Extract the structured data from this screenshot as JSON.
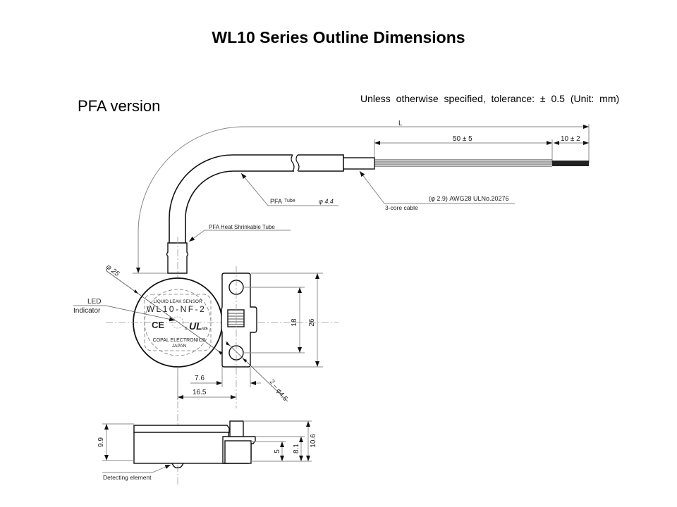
{
  "header": {
    "title": "WL10 Series Outline Dimensions",
    "variant": "PFA version",
    "tolerance_note": "Unless otherwise specified, tolerance: ± 0.5 (Unit: mm)"
  },
  "drawing": {
    "cable": {
      "overall_length_label": "L",
      "stripped_length": "50 ± 5",
      "tip_length": "10 ± 2",
      "tube_label": "PFA",
      "tube_sublabel": "Tube",
      "tube_diameter": "φ 4.4",
      "cable_spec": "(φ 2.9) AWG28  ULNo.20276",
      "cable_label": "3-core cable",
      "heat_shrink_label": "PFA Heat Shrinkable Tube"
    },
    "sensor": {
      "diameter": "φ 25",
      "led_label_1": "LED",
      "led_label_2": "Indicator",
      "marking_line1": "LIQUID LEAK SENSOR",
      "marking_model": "WL10-NF-2",
      "marking_ce": "CE",
      "marking_c": "c",
      "marking_ul": "UL",
      "marking_us": "us",
      "marking_maker": "COPAL ELECTRONICS",
      "marking_country": "JAPAN"
    },
    "mount": {
      "hole_pitch": "18",
      "bracket_height": "26",
      "hole_spec": "2 – φ4.5",
      "bracket_width": "7.6",
      "center_to_hole": "16.5"
    },
    "side_view": {
      "body_height": "9.9",
      "connector_height": "5",
      "bracket_height": "8.1",
      "total_height": "10.6",
      "detecting_element_label": "Detecting element"
    }
  }
}
